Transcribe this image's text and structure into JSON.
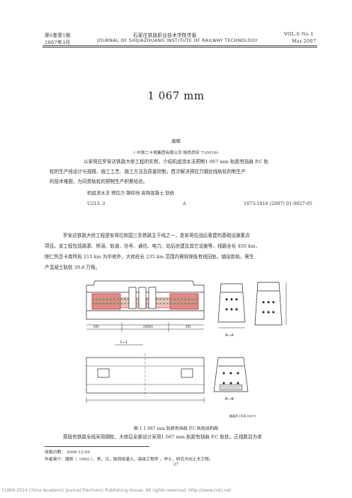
{
  "header": {
    "issue_cn": "第6卷第1期",
    "journal_cn": "石家庄铁路职业技术学院学报",
    "vol_en": "VOL.6 No.1",
    "date_cn": "2007年3月",
    "journal_en": "JOURNAL OF SHIJIAZHUANG INSTITUTE OF RAILWAY TECHNOLOGY",
    "date_en": "Mar.2007"
  },
  "article": {
    "title": "1 067 mm",
    "author": "唐辉",
    "affiliation": "( 中铁二十局集团有限公司    陕西西安    710016)",
    "abstract": [
      "以安哥拉罗安达铁路大修工程的实例，介绍机组流水法预制1 067 mm 轨距有挡肩 P.C 轨",
      "枕的生产线设计与规模、施工工艺、施工方法及质量控制，首次解决预应力钢丝线轨枕的制生产",
      "的技术难题，为同类轨枕的预制生产积累经验。"
    ],
    "keywords": "机组流水法    预应力    钢绞线    高强混凝土    轨枕",
    "clc": "U213. 2",
    "doc_code": "A",
    "article_id": "1673-1816 (2007) 01-0027-05",
    "body_paragraph": [
      "罗安达铁路大修工程是安哥拉和国三条铁路主干线之一，是安哥拉战后重建的基础设施重点",
      "项目。该工程包括路基、桥涵、轨道、信号、通信、电力、站后房建及其它设施等，线路全长 450 km，",
      "除仁热至卡库所段 215 km 为中修外，大修段长 235 km 范围内需拆除既有线旧轨，铺设新轨，需生",
      "产混凝土轨枕 39.8 万根。"
    ],
    "figure_caption": "图 1   1 067 mm 轨距有挡肩 P.C 轨枕结构图",
    "figure_labels": {
      "section_i": "I—I",
      "section_a": "A—A",
      "section_b": "B—B",
      "note": "截面积 1500 (mm²)"
    },
    "body_last": "原既有铁路全线采用钢枕，大修后全部设计采用1 067 mm 轨距有挡肩 P.C 轨枕，正线数目为单",
    "footnote_received": "收稿日期：  2006-12-05",
    "footnote_author": "作者简介：唐辉（ 1962-），男，汉，陕西临潼人，高级工程师 ，学士，研究方向土木工程。",
    "page_number": "27"
  },
  "watermark": "?1994-2014 China Academic Journal Electronic Publishing House. All rights reserved.    http://www.cnki.net"
}
